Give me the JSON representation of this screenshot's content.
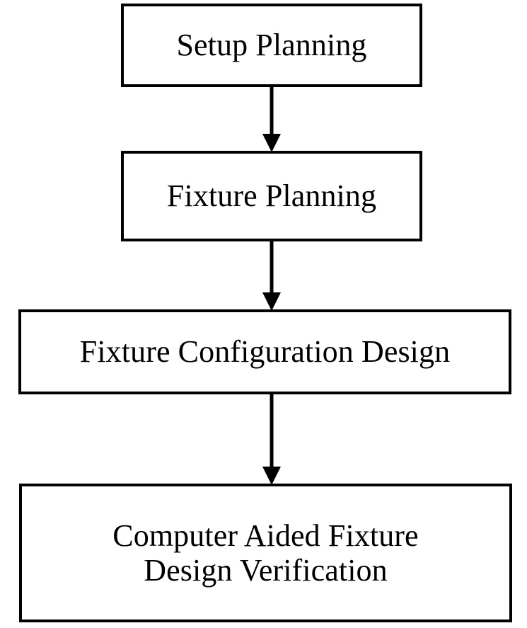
{
  "diagram": {
    "type": "flowchart",
    "orientation": "top-to-bottom",
    "background_color": "#ffffff",
    "stroke_color": "#000000",
    "fill_color": "#ffffff",
    "nodes": [
      {
        "id": "setup-planning",
        "label": "Setup Planning",
        "shape": "rectangle"
      },
      {
        "id": "fixture-planning",
        "label": "Fixture Planning",
        "shape": "rectangle"
      },
      {
        "id": "fixture-configuration-design",
        "label": "Fixture Configuration Design",
        "shape": "rectangle"
      },
      {
        "id": "cafd-verification",
        "label": "Computer Aided Fixture\nDesign Verification",
        "shape": "rectangle"
      }
    ],
    "edges": [
      {
        "id": "edge-1",
        "from": "setup-planning",
        "to": "fixture-planning",
        "arrow": "down",
        "label": ""
      },
      {
        "id": "edge-2",
        "from": "fixture-planning",
        "to": "fixture-configuration-design",
        "arrow": "down",
        "label": ""
      },
      {
        "id": "edge-3",
        "from": "fixture-configuration-design",
        "to": "cafd-verification",
        "arrow": "down",
        "label": ""
      }
    ]
  }
}
